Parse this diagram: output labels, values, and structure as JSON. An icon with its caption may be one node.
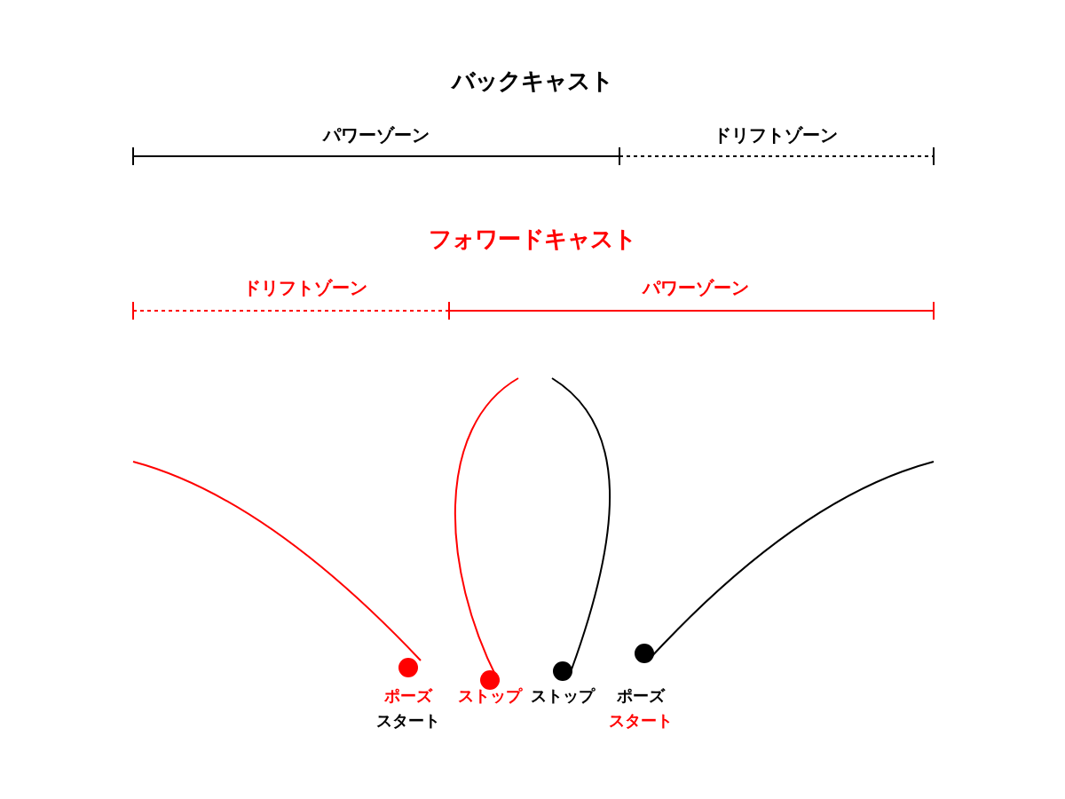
{
  "diagram": {
    "labels": [
      "バックキャスト",
      "パワーゾーン",
      "ドリフトゾーン",
      "フォワードキャスト",
      "ドリフトゾーン",
      "パワーゾーン",
      "ポーズ",
      "スタート",
      "ストップ",
      "ストップ",
      "ポーズ",
      "スタート"
    ]
  }
}
